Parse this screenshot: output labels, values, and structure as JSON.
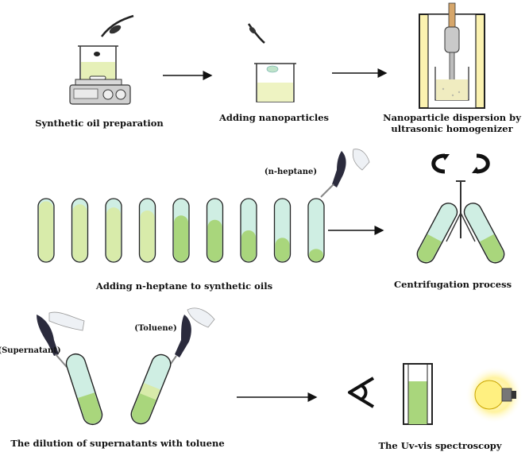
{
  "steps": {
    "synthetic_oil_preparation": "Synthetic oil preparation",
    "adding_nanoparticles": "Adding nanoparticles",
    "dispersion_line1": "Nanoparticle dispersion by",
    "dispersion_line2": "ultrasonic homogenizer",
    "adding_heptane": "Adding n-heptane to synthetic oils",
    "centrifugation": "Centrifugation process",
    "dilution": "The dilution of supernatants with toluene",
    "uv_vis": "The Uv-vis spectroscopy"
  },
  "annotations": {
    "n_heptane": "(n-heptane)",
    "supernatant": "(Supernatant)",
    "toluene": "(Toluene)"
  },
  "test_tube_fill_levels": [
    0.97,
    0.92,
    0.87,
    0.82,
    0.74,
    0.67,
    0.5,
    0.38,
    0.2
  ],
  "colors": {
    "oil": "#d8ebaa",
    "oil_light": "#eef6d2",
    "tube_glass": "#cfeee3",
    "tube_dark_fill": "#a9d67c",
    "outline": "#222222",
    "bulb_glow": "#fff6b0"
  }
}
